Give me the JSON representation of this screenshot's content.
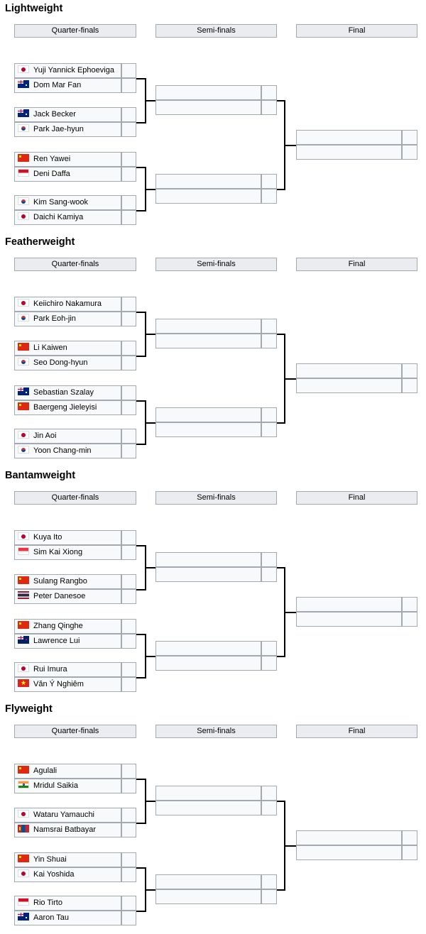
{
  "rounds": [
    "Quarter-finals",
    "Semi-finals",
    "Final"
  ],
  "sections": [
    {
      "title": "Lightweight",
      "quarterfinals": [
        [
          {
            "name": "Yuji Yannick Ephoeviga",
            "flag": "japan"
          },
          {
            "name": "Dom Mar Fan",
            "flag": "australia"
          }
        ],
        [
          {
            "name": "Jack Becker",
            "flag": "australia"
          },
          {
            "name": "Park Jae-hyun",
            "flag": "korea"
          }
        ],
        [
          {
            "name": "Ren Yawei",
            "flag": "china"
          },
          {
            "name": "Deni Daffa",
            "flag": "indonesia"
          }
        ],
        [
          {
            "name": "Kim Sang-wook",
            "flag": "korea"
          },
          {
            "name": "Daichi Kamiya",
            "flag": "japan"
          }
        ]
      ]
    },
    {
      "title": "Featherweight",
      "quarterfinals": [
        [
          {
            "name": "Keiichiro Nakamura",
            "flag": "japan"
          },
          {
            "name": "Park Eoh-jin",
            "flag": "korea"
          }
        ],
        [
          {
            "name": "Li Kaiwen",
            "flag": "china"
          },
          {
            "name": "Seo Dong-hyun",
            "flag": "korea"
          }
        ],
        [
          {
            "name": "Sebastian Szalay",
            "flag": "australia"
          },
          {
            "name": "Baergeng Jieleyisi",
            "flag": "china"
          }
        ],
        [
          {
            "name": "Jin Aoi",
            "flag": "japan"
          },
          {
            "name": "Yoon Chang-min",
            "flag": "korea"
          }
        ]
      ]
    },
    {
      "title": "Bantamweight",
      "quarterfinals": [
        [
          {
            "name": "Kuya Ito",
            "flag": "japan"
          },
          {
            "name": "Sim Kai Xiong",
            "flag": "singapore"
          }
        ],
        [
          {
            "name": "Sulang Rangbo",
            "flag": "china"
          },
          {
            "name": "Peter Danesoe",
            "flag": "thailand"
          }
        ],
        [
          {
            "name": "Zhang Qinghe",
            "flag": "china"
          },
          {
            "name": "Lawrence Lui",
            "flag": "newzealand"
          }
        ],
        [
          {
            "name": "Rui Imura",
            "flag": "japan"
          },
          {
            "name": "Văn Ý Nghiêm",
            "flag": "vietnam"
          }
        ]
      ]
    },
    {
      "title": "Flyweight",
      "quarterfinals": [
        [
          {
            "name": "Agulali",
            "flag": "china"
          },
          {
            "name": "Mridul Saikia",
            "flag": "india"
          }
        ],
        [
          {
            "name": "Wataru Yamauchi",
            "flag": "japan"
          },
          {
            "name": "Namsrai Batbayar",
            "flag": "mongolia"
          }
        ],
        [
          {
            "name": "Yin Shuai",
            "flag": "china"
          },
          {
            "name": "Kai Yoshida",
            "flag": "japan"
          }
        ],
        [
          {
            "name": "Rio Tirto",
            "flag": "indonesia"
          },
          {
            "name": "Aaron Tau",
            "flag": "australia"
          }
        ]
      ]
    }
  ]
}
